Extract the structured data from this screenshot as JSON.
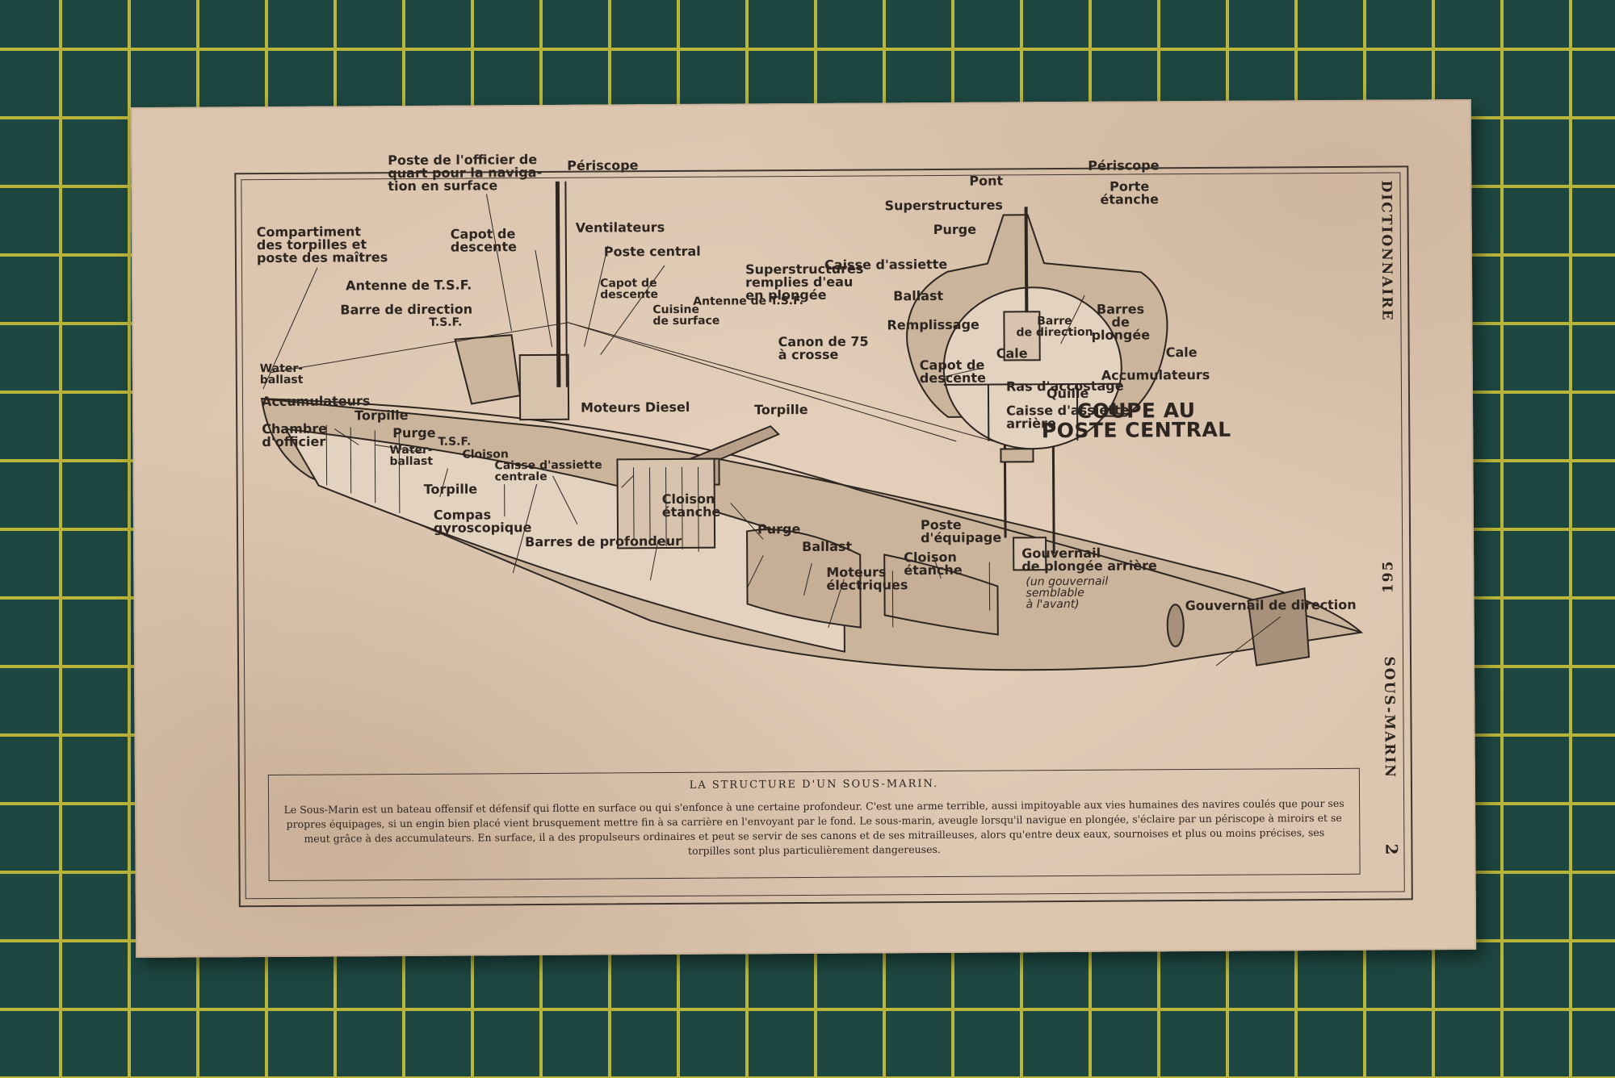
{
  "sidebar": {
    "top": "DICTIONNAIRE",
    "middle": "195",
    "bottom": "SOUS-MARIN",
    "page": "2"
  },
  "diagram": {
    "labels": {
      "poste_officier": "Poste de l'officier de\nquart pour la naviga-\ntion en surface",
      "periscope": "Périscope",
      "compartiment": "Compartiment\ndes torpilles et\nposte des maîtres",
      "capot_descente_1": "Capot de\ndescente",
      "ventilateurs": "Ventilateurs",
      "poste_central": "Poste central",
      "antenne_tsf_1": "Antenne de T.S.F.",
      "superstructures_remplies": "Superstructures\nremplies d'eau\nen plongée",
      "capot_descente_2": "Capot de\ndescente",
      "antenne_tsf_2": "Antenne de T.S.F.",
      "barre_direction": "Barre de direction",
      "tsf_top": "T.S.F.",
      "cuisine": "Cuisine\nde surface",
      "canon": "Canon de 75\nà crosse",
      "water_ballast_1": "Water-\nballast",
      "accumulateurs_1": "Accumulateurs",
      "chambre_officier": "Chambre\nd'officier",
      "torpille_1": "Torpille",
      "purge_1": "Purge",
      "water_ballast_2": "Water-\nballast",
      "tsf_bottom": "T.S.F.",
      "cloison_1": "Cloison",
      "caisse_centrale": "Caisse d'assiette\ncentrale",
      "torpille_2": "Torpille",
      "compas": "Compas\ngyroscopique",
      "barres_profondeur": "Barres de profondeur",
      "moteurs_diesel": "Moteurs Diesel",
      "torpille_3": "Torpille",
      "cloison_etanche_1": "Cloison\nétanche",
      "purge_2": "Purge",
      "ballast": "Ballast",
      "moteurs_electriques": "Moteurs\nélectriques",
      "cloison_etanche_2": "Cloison\nétanche",
      "poste_equipage": "Poste\nd'équipage",
      "capot_descente_3": "Capot de\ndescente",
      "ras_accostage": "Ras d'accostage",
      "caisse_arriere": "Caisse d'assiette\narrière",
      "gouvernail_plongee": "Gouvernail\nde plongée arrière",
      "gouvernail_note": "(un gouvernail\nsemblable\nà l'avant)",
      "gouvernail_direction": "Gouvernail de direction"
    },
    "section": {
      "pont": "Pont",
      "periscope": "Périscope",
      "superstructures": "Superstructures",
      "porte_etanche": "Porte\nétanche",
      "purge": "Purge",
      "caisse_assiette": "Caisse d'assiette",
      "barre_direction": "Barre\nde direction",
      "barres_plongee": "Barres\nde\nplongée",
      "ballast": "Ballast",
      "remplissage": "Remplissage",
      "cale_left": "Cale",
      "cale_right": "Cale",
      "accumulateurs": "Accumulateurs",
      "quille": "Quille",
      "title": "COUPE AU\nPOSTE CENTRAL"
    }
  },
  "caption": {
    "title": "LA STRUCTURE D'UN SOUS-MARIN.",
    "body": "Le Sous-Marin est un bateau offensif et défensif qui flotte en surface ou qui s'enfonce à une certaine profondeur. C'est une arme terrible, aussi impitoyable aux vies humaines des navires coulés que pour ses propres équipages, si un engin bien placé vient brusquement mettre fin à sa carrière en l'envoyant par le fond. Le sous-marin, aveugle lorsqu'il navigue en plongée, s'éclaire par un périscope à miroirs et se meut grâce à des accumulateurs. En surface, il a des propulseurs ordinaires et peut se servir de ses canons et de ses mitrailleuses, alors qu'entre deux eaux, sournoises et plus ou moins précises, ses torpilles sont plus particulièrement dangereuses."
  }
}
